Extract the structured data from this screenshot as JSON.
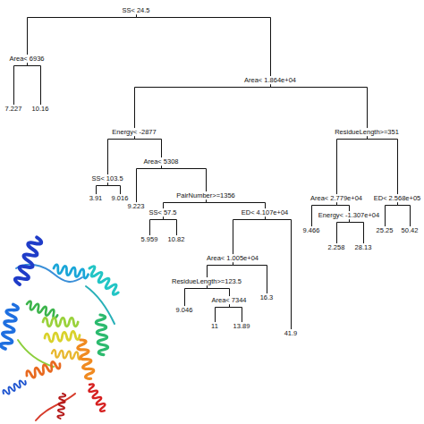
{
  "diagram": {
    "nodes": [
      {
        "text": [
          "SS< 24.5"
        ]
      },
      {
        "text": [
          "Area< 6936"
        ]
      },
      {
        "text": [
          "7.227"
        ]
      },
      {
        "text": [
          "10.16"
        ]
      },
      {
        "text": [
          "Area< 1.864e+04"
        ]
      },
      {
        "text": [
          "Energy< -2877"
        ]
      },
      {
        "text": [
          "SS< 103.5"
        ]
      },
      {
        "text": [
          "3.91"
        ]
      },
      {
        "text": [
          "9.016"
        ]
      },
      {
        "text": [
          "Area< 5308"
        ]
      },
      {
        "text": [
          "9.223"
        ]
      },
      {
        "text": [
          "PairNumber>=1356"
        ]
      },
      {
        "text": [
          "SS< 57.5"
        ]
      },
      {
        "text": [
          "5.959"
        ]
      },
      {
        "text": [
          "10.82"
        ]
      },
      {
        "text": [
          "ED< 4.107e+04"
        ]
      },
      {
        "text": [
          "Area< 1.005e+04"
        ]
      },
      {
        "text": [
          "ResidueLength>=123.5"
        ]
      },
      {
        "text": [
          "9.046"
        ]
      },
      {
        "text": [
          "Area< 7344"
        ]
      },
      {
        "text": [
          "11"
        ]
      },
      {
        "text": [
          "13.89"
        ]
      },
      {
        "text": [
          "16.3"
        ]
      },
      {
        "text": [
          "41.9"
        ]
      },
      {
        "text": [
          "ResidueLength>=351"
        ]
      },
      {
        "text": [
          "Area< 2.779e+04"
        ]
      },
      {
        "text": [
          "9.466"
        ]
      },
      {
        "text": [
          "Energy< -1.307e+04"
        ]
      },
      {
        "text": [
          "2.258"
        ]
      },
      {
        "text": [
          "28.13"
        ]
      },
      {
        "text": [
          "ED< 2.568e+05"
        ]
      },
      {
        "text": [
          "25.25"
        ]
      },
      {
        "text": [
          "50.42"
        ]
      }
    ],
    "edges": [
      {
        "from": 0,
        "to": 1,
        "arrow": "none"
      },
      {
        "from": 0,
        "to": 4,
        "arrow": "none"
      },
      {
        "from": 1,
        "to": 2,
        "arrow": "none"
      },
      {
        "from": 1,
        "to": 3,
        "arrow": "none"
      },
      {
        "from": 4,
        "to": 5,
        "arrow": "none"
      },
      {
        "from": 4,
        "to": 24,
        "arrow": "none"
      },
      {
        "from": 5,
        "to": 6,
        "arrow": "none"
      },
      {
        "from": 5,
        "to": 9,
        "arrow": "none"
      },
      {
        "from": 6,
        "to": 7,
        "arrow": "none"
      },
      {
        "from": 6,
        "to": 8,
        "arrow": "none"
      },
      {
        "from": 9,
        "to": 10,
        "arrow": "none"
      },
      {
        "from": 9,
        "to": 11,
        "arrow": "none"
      },
      {
        "from": 11,
        "to": 12,
        "arrow": "none"
      },
      {
        "from": 11,
        "to": 15,
        "arrow": "none"
      },
      {
        "from": 12,
        "to": 13,
        "arrow": "none"
      },
      {
        "from": 12,
        "to": 14,
        "arrow": "none"
      },
      {
        "from": 15,
        "to": 16,
        "arrow": "none"
      },
      {
        "from": 15,
        "to": 23,
        "arrow": "none"
      },
      {
        "from": 16,
        "to": 17,
        "arrow": "none"
      },
      {
        "from": 16,
        "to": 22,
        "arrow": "none"
      },
      {
        "from": 17,
        "to": 18,
        "arrow": "none"
      },
      {
        "from": 17,
        "to": 19,
        "arrow": "none"
      },
      {
        "from": 19,
        "to": 20,
        "arrow": "none"
      },
      {
        "from": 19,
        "to": 21,
        "arrow": "none"
      },
      {
        "from": 24,
        "to": 25,
        "arrow": "none"
      },
      {
        "from": 24,
        "to": 30,
        "arrow": "none"
      },
      {
        "from": 25,
        "to": 26,
        "arrow": "none"
      },
      {
        "from": 25,
        "to": 27,
        "arrow": "none"
      },
      {
        "from": 27,
        "to": 28,
        "arrow": "none"
      },
      {
        "from": 27,
        "to": 29,
        "arrow": "none"
      },
      {
        "from": 30,
        "to": 31,
        "arrow": "none"
      },
      {
        "from": 30,
        "to": 32,
        "arrow": "none"
      }
    ]
  }
}
